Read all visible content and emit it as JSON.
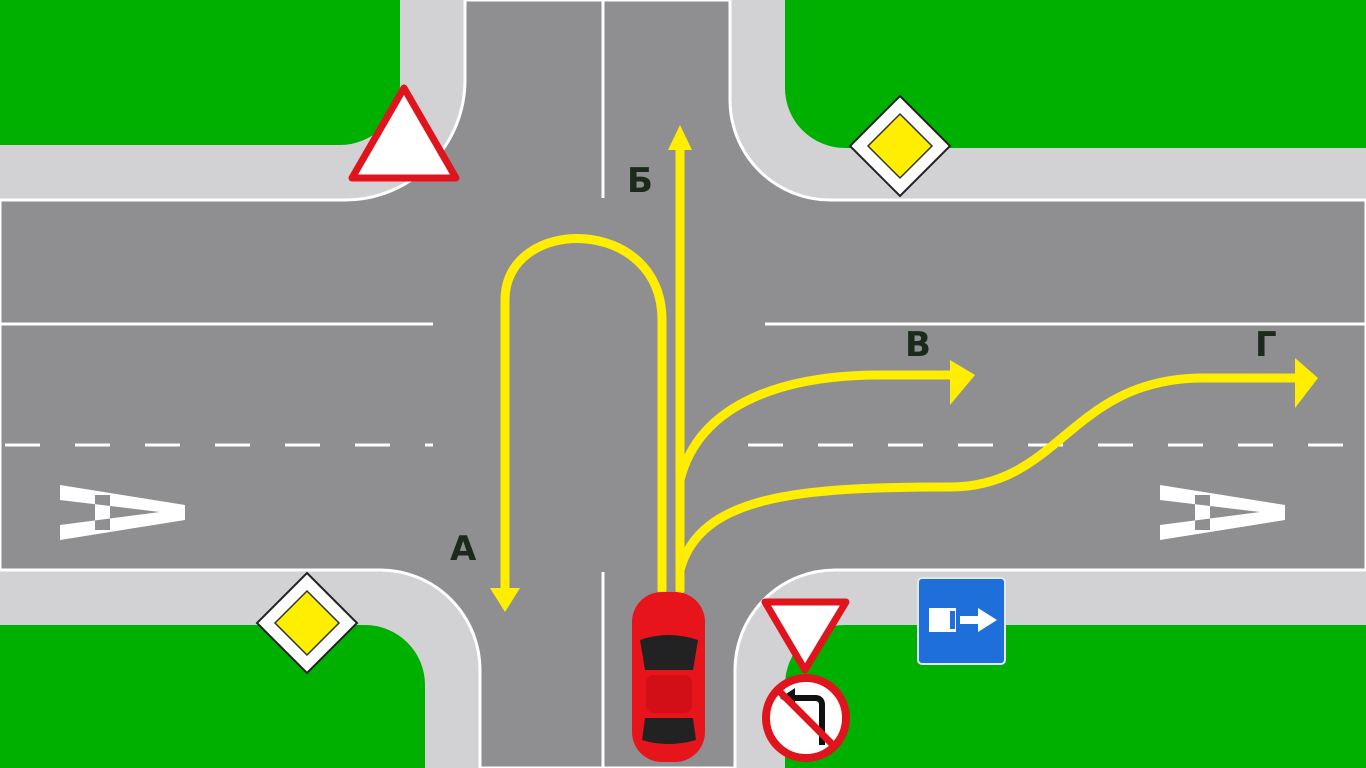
{
  "labels": {
    "a": "А",
    "b": "Б",
    "v": "В",
    "g": "Г"
  },
  "colors": {
    "grass": "#00b000",
    "asphalt": "#8f8f92",
    "sidewalk": "#d2d2d4",
    "path": "#ffee00",
    "car": "#e8141c",
    "sign_blue": "#1e6fd9"
  },
  "signs": [
    "warning-triangle",
    "main-road-diamond",
    "yield",
    "no-left-turn",
    "lane-direction-info"
  ]
}
